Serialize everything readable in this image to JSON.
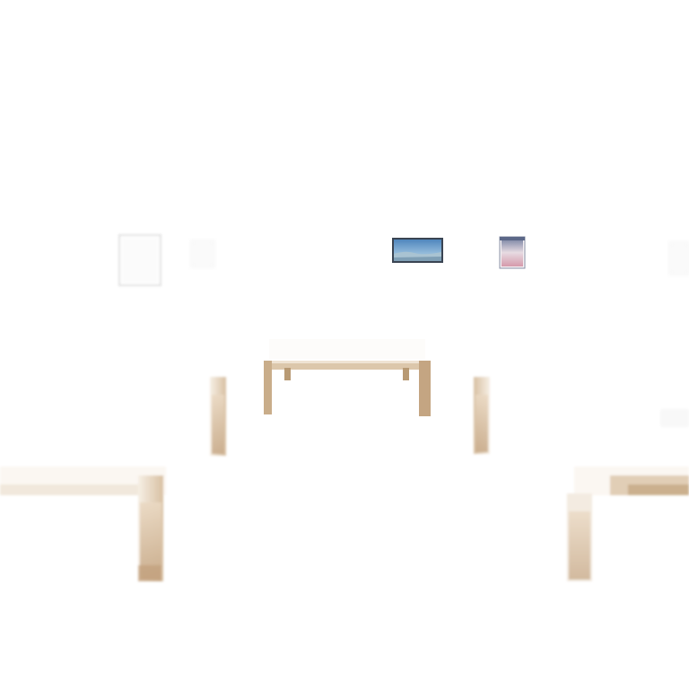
{
  "scene": {
    "kind": "overexposed-interior-render",
    "objects": [
      "left-wall-frame",
      "back-wall-landscape-screen",
      "back-wall-small-poster",
      "center-table",
      "left-table",
      "right-table",
      "left-foreground-table",
      "right-foreground-table"
    ]
  },
  "colors": {
    "background": "#ffffff",
    "wood": "#c9b08f",
    "wood_dark": "#b89a74",
    "wood_faint": "#e6d9c6",
    "screen_frame": "#3a4452",
    "screen_sky": "#6fa3cf",
    "screen_land": "#9db9cc",
    "poster_top": "#6f7f9b",
    "poster_bottom": "#d8a8b4",
    "frame_grey": "#e4e4e4"
  }
}
